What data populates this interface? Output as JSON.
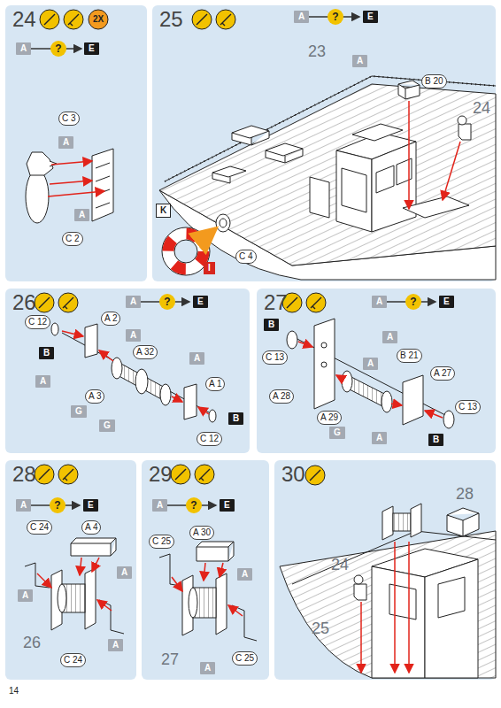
{
  "diagram": {
    "nodes": [
      {
        "text": [
          "24"
        ]
      },
      {
        "text": [
          "25"
        ]
      },
      {
        "text": [
          "26"
        ]
      },
      {
        "text": [
          "27"
        ]
      },
      {
        "text": [
          "28"
        ]
      },
      {
        "text": [
          "29"
        ]
      },
      {
        "text": [
          "30"
        ]
      }
    ],
    "labels": [
      "2X",
      "A",
      "?",
      "E",
      "C 3",
      "A",
      "A",
      "C 2",
      "A",
      "?",
      "E",
      "23",
      "A",
      "B 20",
      "24",
      "K",
      "I",
      "C 4",
      "A",
      "?",
      "E",
      "C 12",
      "B",
      "A 2",
      "A",
      "A 32",
      "A",
      "A",
      "A 3",
      "A 1",
      "G",
      "G",
      "B",
      "C 12",
      "A",
      "?",
      "E",
      "B",
      "C 13",
      "A",
      "B 21",
      "A",
      "A 28",
      "A 29",
      "A 27",
      "G",
      "A",
      "C 13",
      "B",
      "A",
      "?",
      "E",
      "C 24",
      "A 4",
      "A",
      "A",
      "A",
      "26",
      "C 24",
      "A",
      "?",
      "E",
      "C 25",
      "A 30",
      "A",
      "27",
      "A",
      "C 25",
      "28",
      "24",
      "25",
      "14"
    ]
  }
}
